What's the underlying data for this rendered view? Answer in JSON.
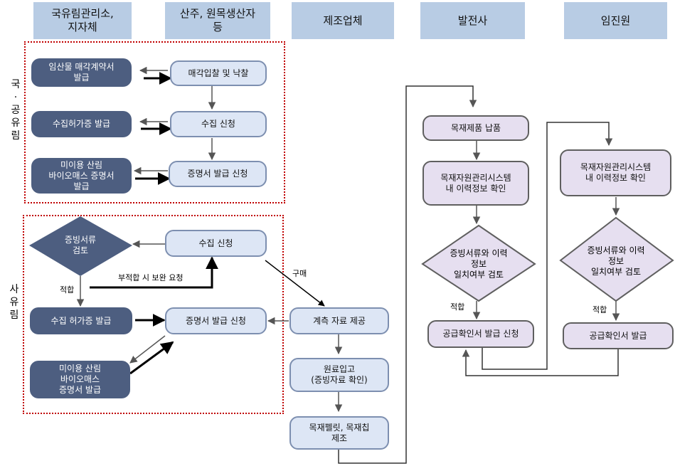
{
  "headers": [
    {
      "text": "국유림관리소,\n지자체"
    },
    {
      "text": "산주, 원목생산자\n등"
    },
    {
      "text": "제조업체"
    },
    {
      "text": "발전사"
    },
    {
      "text": "임진원"
    }
  ],
  "side_labels": {
    "national": "국\n·\n공\n유\n림",
    "private": "사\n유\n림"
  },
  "national": {
    "permit_issue": "임산물 매각계약서\n발급",
    "bid": "매각입찰 및 낙찰",
    "collect_permit": "수집허가증 발급",
    "collect_apply": "수집 신청",
    "cert_issue": "미이용 산림\n바이오매스 증명서\n발급",
    "cert_apply": "증명서 발급 신청"
  },
  "private": {
    "doc_review": "증빙서류\n검토",
    "collect_apply": "수집 신청",
    "supplement_label": "부적합 시 보완 요청",
    "fit_label": "적합",
    "collect_permit": "수집 허가증 발급",
    "cert_apply": "증명서 발급 신청",
    "cert_issue": "미이용 산림\n바이오매스\n증명서 발급"
  },
  "manufacturer": {
    "purchase_label": "구매",
    "measure": "계측 자료 제공",
    "stock_in": "원료입고\n(증빙자료 확인)",
    "make": "목재펠릿, 목재칩\n제조"
  },
  "power": {
    "deliver": "목재제품 납품",
    "check": "목재자원관리시스템\n내 이력정보 확인",
    "compare": "증빙서류와 이력\n정보\n일치여부 검토",
    "fit_label": "적합",
    "request": "공급확인서 발급 신청"
  },
  "forest_agency": {
    "check": "목재자원관리시스템\n내 이력정보 확인",
    "compare": "증빙서류와 이력\n정보\n일치여부 검토",
    "fit_label": "적합",
    "issue": "공급확인서 발급"
  }
}
